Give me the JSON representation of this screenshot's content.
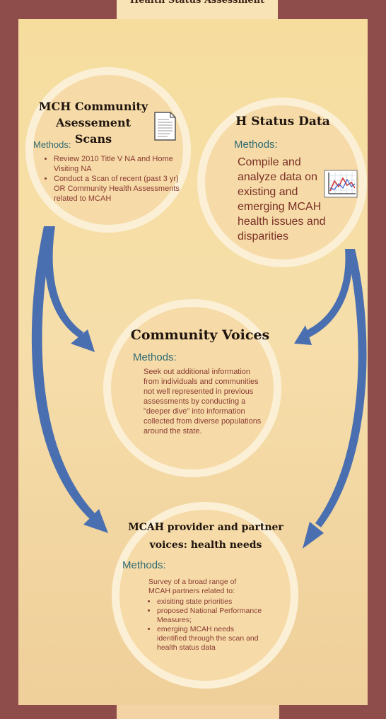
{
  "header": {
    "title": "Health Status Assessment"
  },
  "nodes": {
    "mch": {
      "title": "MCH Community Asessement Scans",
      "methods_label": "Methods:",
      "bullets": [
        "Review 2010 Title V NA and Home Visiting NA",
        "Conduct a Scan of recent (past 3 yr)  OR Community Health Assessments related to MCAH"
      ]
    },
    "hstatus": {
      "title": "H Status Data",
      "methods_label": "Methods:",
      "text": "Compile and analyze data on existing and emerging MCAH health issues and disparities"
    },
    "community": {
      "title": "Community Voices",
      "methods_label": "Methods:",
      "text": "Seek out additional information from individuals and communities not well represented in previous assessments by conducting a \"deeper dive\" into information collected from diverse populations around the state."
    },
    "provider": {
      "title_line1": "MCAH provider and partner",
      "title_line2": "voices:  health needs",
      "methods_label": "Methods:",
      "intro": "Survey of  a broad range of MCAH partners related to:",
      "bullets": [
        "exisiting state priorities",
        "proposed National Performance Measures;",
        "emerging MCAH needs identified through the scan and health status data"
      ]
    }
  },
  "icons": {
    "document": "document-icon",
    "chart": "line-chart-icon"
  },
  "colors": {
    "frame": "#8e4c4a",
    "arrow": "#4a6fb1",
    "methods": "#2f6b74",
    "body_text": "#8a3a30"
  }
}
